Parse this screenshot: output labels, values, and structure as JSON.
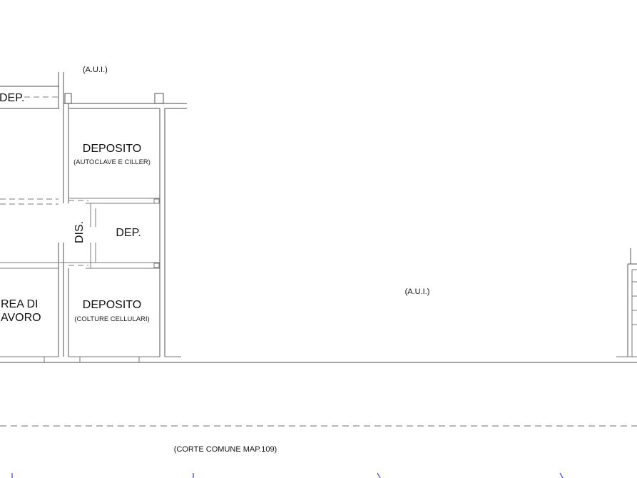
{
  "plan": {
    "aui_top": "(A.U.I.)",
    "dep_left": "DEP.",
    "deposito_1_title": "DEPOSITO",
    "deposito_1_sub": "(AUTOCLAVE E CILLER)",
    "dis": "DIS.",
    "dep_mid": "DEP.",
    "area_line1": "REA DI",
    "area_line2": "AVORO",
    "deposito_2_title": "DEPOSITO",
    "deposito_2_sub": "(COLTURE CELLULARI)",
    "aui_center": "(A.U.I.)",
    "corte": "(CORTE COMUNE MAP.109)"
  },
  "colors": {
    "wall": "#6d6d6d",
    "dashed_line": "#6f6f8a",
    "marker": "#3a3ad8"
  }
}
